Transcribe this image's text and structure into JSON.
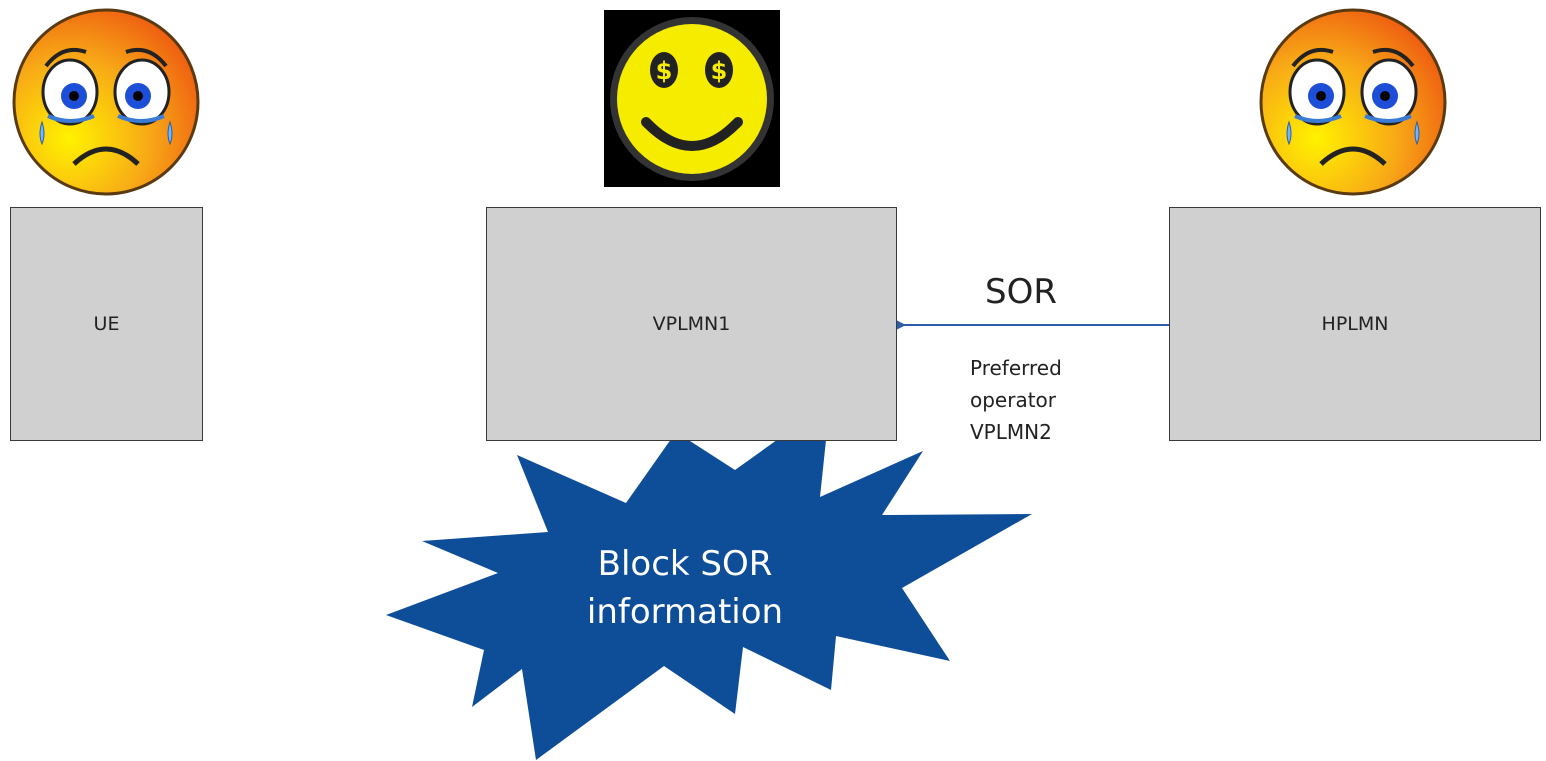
{
  "nodes": {
    "ue": "UE",
    "vplmn1": "VPLMN1",
    "hplmn": "HPLMN"
  },
  "message": {
    "title": "SOR",
    "detail_line1": "Preferred",
    "detail_line2": "operator",
    "detail_line3": "VPLMN2"
  },
  "burst": {
    "line1": "Block SOR",
    "line2": "information"
  },
  "icons": {
    "left": "crying-face-icon",
    "center": "dollar-eyes-smiley-icon",
    "right": "crying-face-icon"
  },
  "colors": {
    "node_fill": "#d0d0d0",
    "arrow": "#2a5ea8",
    "burst_fill": "#0e4d98",
    "smiley_yellow": "#f5ec00",
    "sad_orange": "#f47a10"
  }
}
